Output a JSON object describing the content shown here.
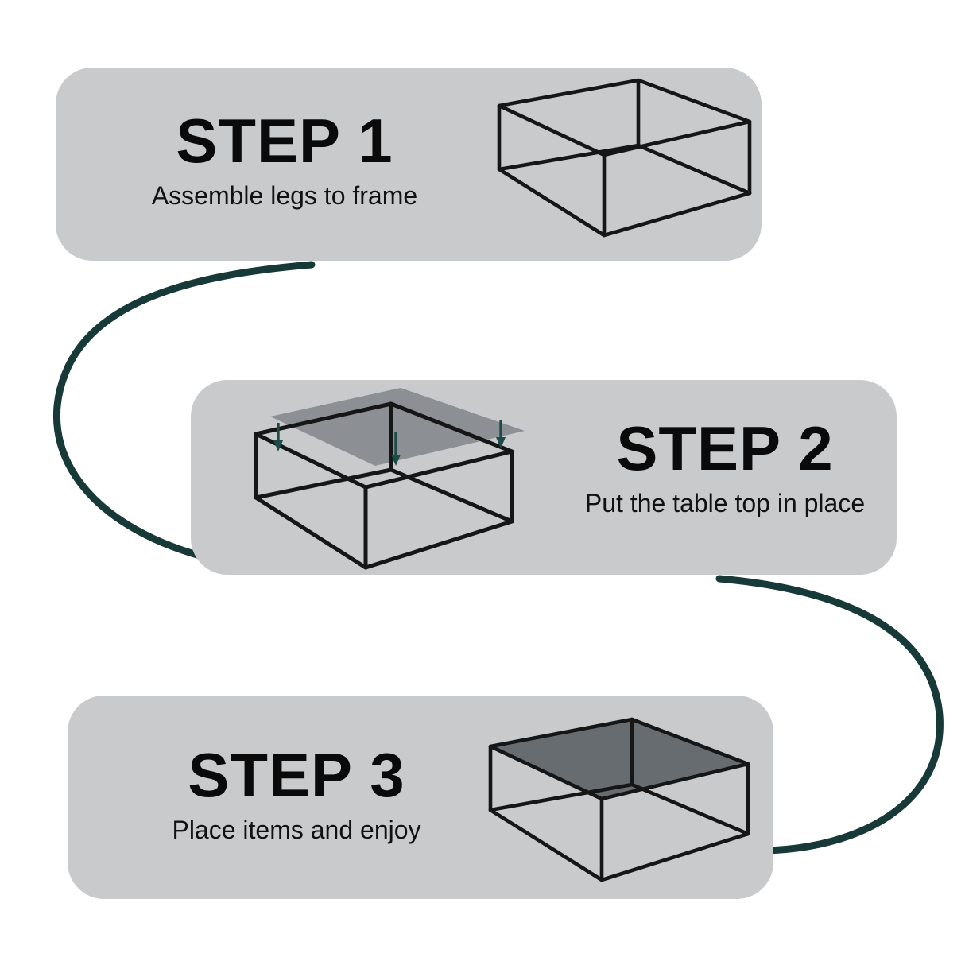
{
  "page": {
    "background_color": "#ffffff",
    "panel_color": "#c9cacc",
    "connector_color": "#173a38",
    "frame_line_color": "#161616",
    "glass_color": "#6f7478",
    "arrow_color": "#1d4b49"
  },
  "steps": [
    {
      "id": "step-1",
      "title": "STEP 1",
      "description": "Assemble legs to frame",
      "illustration": "table-frame-wireframe",
      "text_side": "left"
    },
    {
      "id": "step-2",
      "title": "STEP 2",
      "description": "Put the table top in place",
      "illustration": "table-frame-with-floating-glass-top",
      "text_side": "right"
    },
    {
      "id": "step-3",
      "title": "STEP 3",
      "description": "Place items and enjoy",
      "illustration": "completed-glass-coffee-table",
      "text_side": "left"
    }
  ],
  "connectors": [
    {
      "id": "connector-1-to-2",
      "from": "step-1",
      "to": "step-2",
      "direction": "left-loop"
    },
    {
      "id": "connector-2-to-3",
      "from": "step-2",
      "to": "step-3",
      "direction": "right-loop"
    }
  ],
  "arrows": {
    "count": 3,
    "label": "downward-placement-arrow",
    "color": "#1d4b49"
  }
}
